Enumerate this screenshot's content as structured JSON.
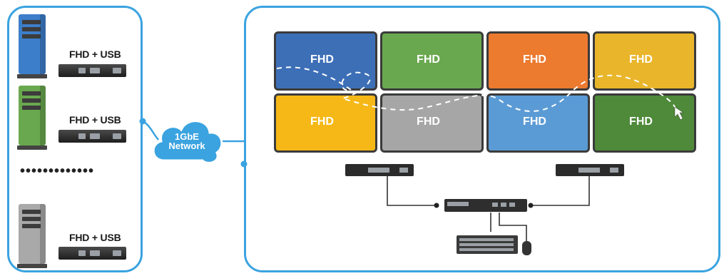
{
  "left": {
    "stations": [
      {
        "color": "#3d7ecb",
        "label": "FHD + USB"
      },
      {
        "color": "#6aa84f",
        "label": "FHD + USB"
      },
      {
        "color": "#a9a9a9",
        "label": "FHD + USB"
      }
    ],
    "ellipsis": "•••••••••••••"
  },
  "network": {
    "line1": "1GbE",
    "line2": "Network",
    "cloud_color": "#3aa3e0"
  },
  "wall": {
    "tiles": [
      {
        "label": "FHD",
        "color": "#3d6fb7"
      },
      {
        "label": "FHD",
        "color": "#6aa84f"
      },
      {
        "label": "FHD",
        "color": "#ec7a2f"
      },
      {
        "label": "FHD",
        "color": "#e9b52a"
      },
      {
        "label": "FHD",
        "color": "#f6b817"
      },
      {
        "label": "FHD",
        "color": "#a6a6a6"
      },
      {
        "label": "FHD",
        "color": "#5b9bd5"
      },
      {
        "label": "FHD",
        "color": "#4e8a39"
      }
    ]
  },
  "colors": {
    "panel_border": "#3aa3e0",
    "bezel": "#3b3b3b",
    "cable": "#333333"
  }
}
